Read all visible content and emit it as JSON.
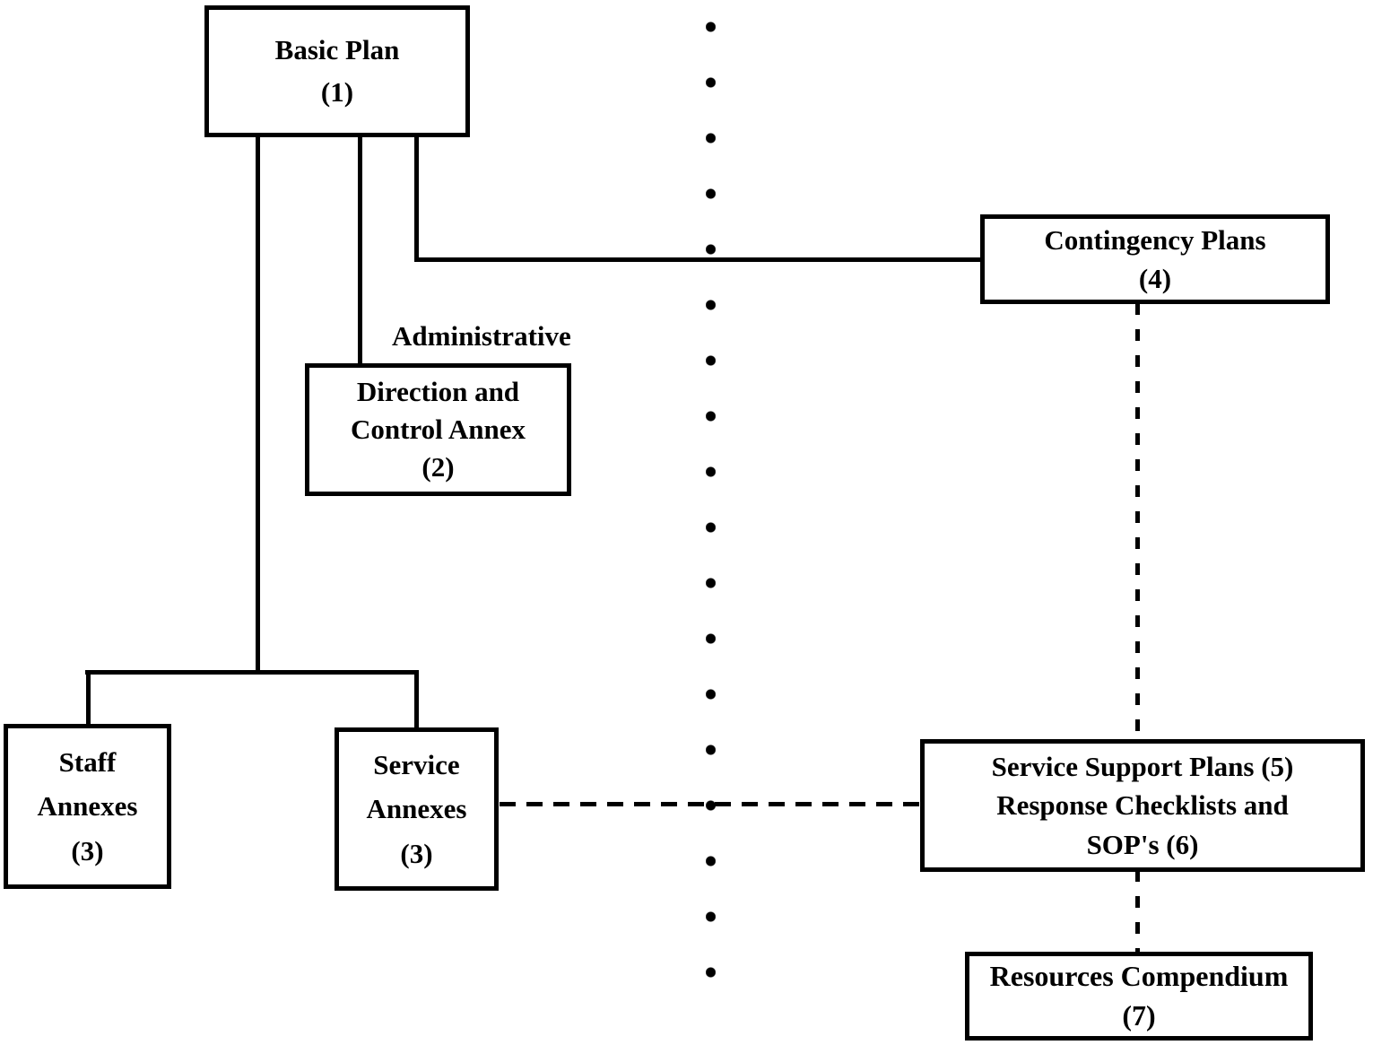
{
  "colors": {
    "background": "#ffffff",
    "line": "#000000",
    "box_border": "#000000",
    "text": "#000000"
  },
  "nodes": {
    "basic_plan": {
      "lines": [
        "Basic Plan",
        "(1)"
      ]
    },
    "direction_control": {
      "lines": [
        "Direction and",
        "Control Annex",
        "(2)"
      ]
    },
    "staff_annexes": {
      "lines": [
        "Staff",
        "Annexes",
        "(3)"
      ]
    },
    "service_annexes": {
      "lines": [
        "Service",
        "Annexes",
        "(3)"
      ]
    },
    "contingency_plans": {
      "lines": [
        "Contingency Plans",
        "(4)"
      ]
    },
    "service_support": {
      "lines": [
        "Service Support Plans (5)",
        "Response Checklists and",
        "SOP's (6)"
      ]
    },
    "resources_compendium": {
      "lines": [
        "Resources Compendium",
        "(7)"
      ]
    }
  },
  "labels": {
    "administrative": "Administrative"
  }
}
